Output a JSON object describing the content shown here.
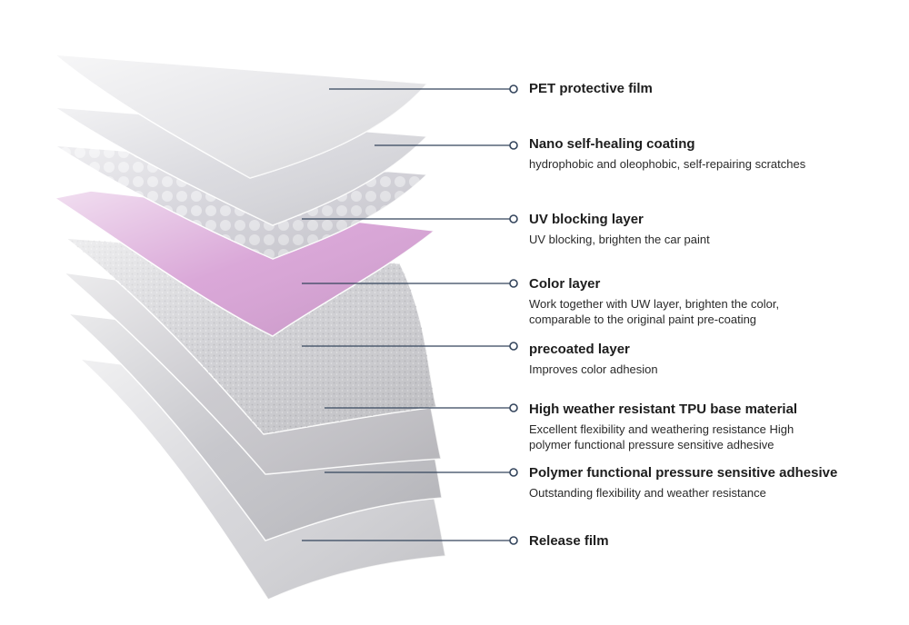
{
  "layers": [
    {
      "title": "PET protective film",
      "desc": "",
      "fill": "#e6e6e9",
      "texture": "plain"
    },
    {
      "title": "Nano self-healing coating",
      "desc": "hydrophobic and oleophobic, self-repairing scratches",
      "fill": "#d9d9de",
      "texture": "plain"
    },
    {
      "title": "UV blocking layer",
      "desc": "UV blocking, brighten the car paint",
      "fill": "#d2d1d8",
      "texture": "dots"
    },
    {
      "title": "Color layer",
      "desc": "Work together with UW layer, brighten the color,\ncomparable to the original paint pre-coating",
      "fill": "#d8a3d6",
      "texture": "plain"
    },
    {
      "title": "precoated layer",
      "desc": "Improves color adhesion",
      "fill": "#cfcfd3",
      "texture": "grain"
    },
    {
      "title": "High weather resistant TPU base material",
      "desc": "Excellent flexibility and weathering resistance High\npolymer functional pressure sensitive adhesive",
      "fill": "#c9c8cd",
      "texture": "plain"
    },
    {
      "title": "Polymer functional pressure sensitive adhesive",
      "desc": "Outstanding flexibility and weather resistance",
      "fill": "#c4c4c9",
      "texture": "plain"
    },
    {
      "title": "Release film",
      "desc": "",
      "fill": "#d5d5d9",
      "texture": "plain"
    }
  ],
  "colors": {
    "leader": "#34455c",
    "text": "#1d1d1d",
    "color_layer": "#d8a3d6"
  }
}
